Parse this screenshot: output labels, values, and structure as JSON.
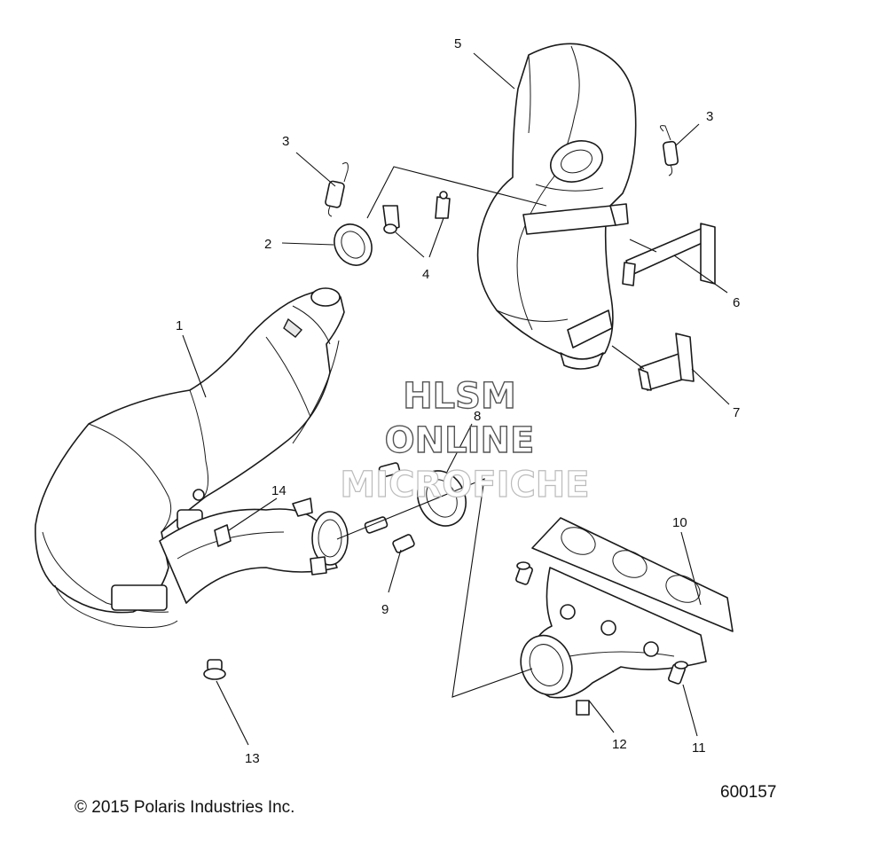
{
  "callouts": {
    "c1": "1",
    "c2": "2",
    "c3a": "3",
    "c3b": "3",
    "c4": "4",
    "c5": "5",
    "c6": "6",
    "c7": "7",
    "c8": "8",
    "c9": "9",
    "c10": "10",
    "c11": "11",
    "c12": "12",
    "c13": "13",
    "c14": "14"
  },
  "watermark": {
    "line1": "HLSM",
    "line2": "ONLINE",
    "line3": "MICROFICHE"
  },
  "footer": {
    "copyright": "© 2015 Polaris Industries Inc.",
    "doc_number": "600157"
  }
}
